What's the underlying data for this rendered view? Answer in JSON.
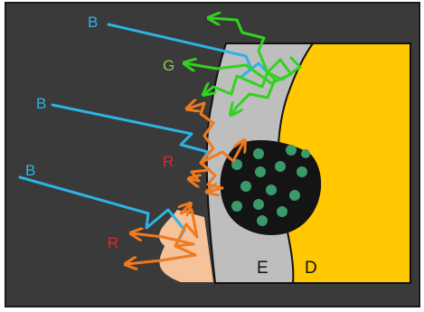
{
  "labels": {
    "b1": "B",
    "b2": "B",
    "b3": "B",
    "g1": "G",
    "r1": "R",
    "r2": "R",
    "e": "E",
    "d": "D"
  },
  "colors": {
    "page": "#ffffff",
    "background": "#3a3a3a",
    "frame": "#1a1a1a",
    "dentin": "#ffc800",
    "enamel": "#bebebe",
    "gum": "#f5c29a",
    "lesion": "#141414",
    "lesion_dots": "#3a9a6a",
    "blue_rays": "#2db3e6",
    "green_rays": "#32d21e",
    "orange_rays": "#f07a1e",
    "label_blue": "#2db3e6",
    "label_green": "#8fc84a",
    "label_red": "#e8242a",
    "label_layer": "#111111"
  },
  "icons": [
    "scatter-arrow",
    "light-ray"
  ]
}
